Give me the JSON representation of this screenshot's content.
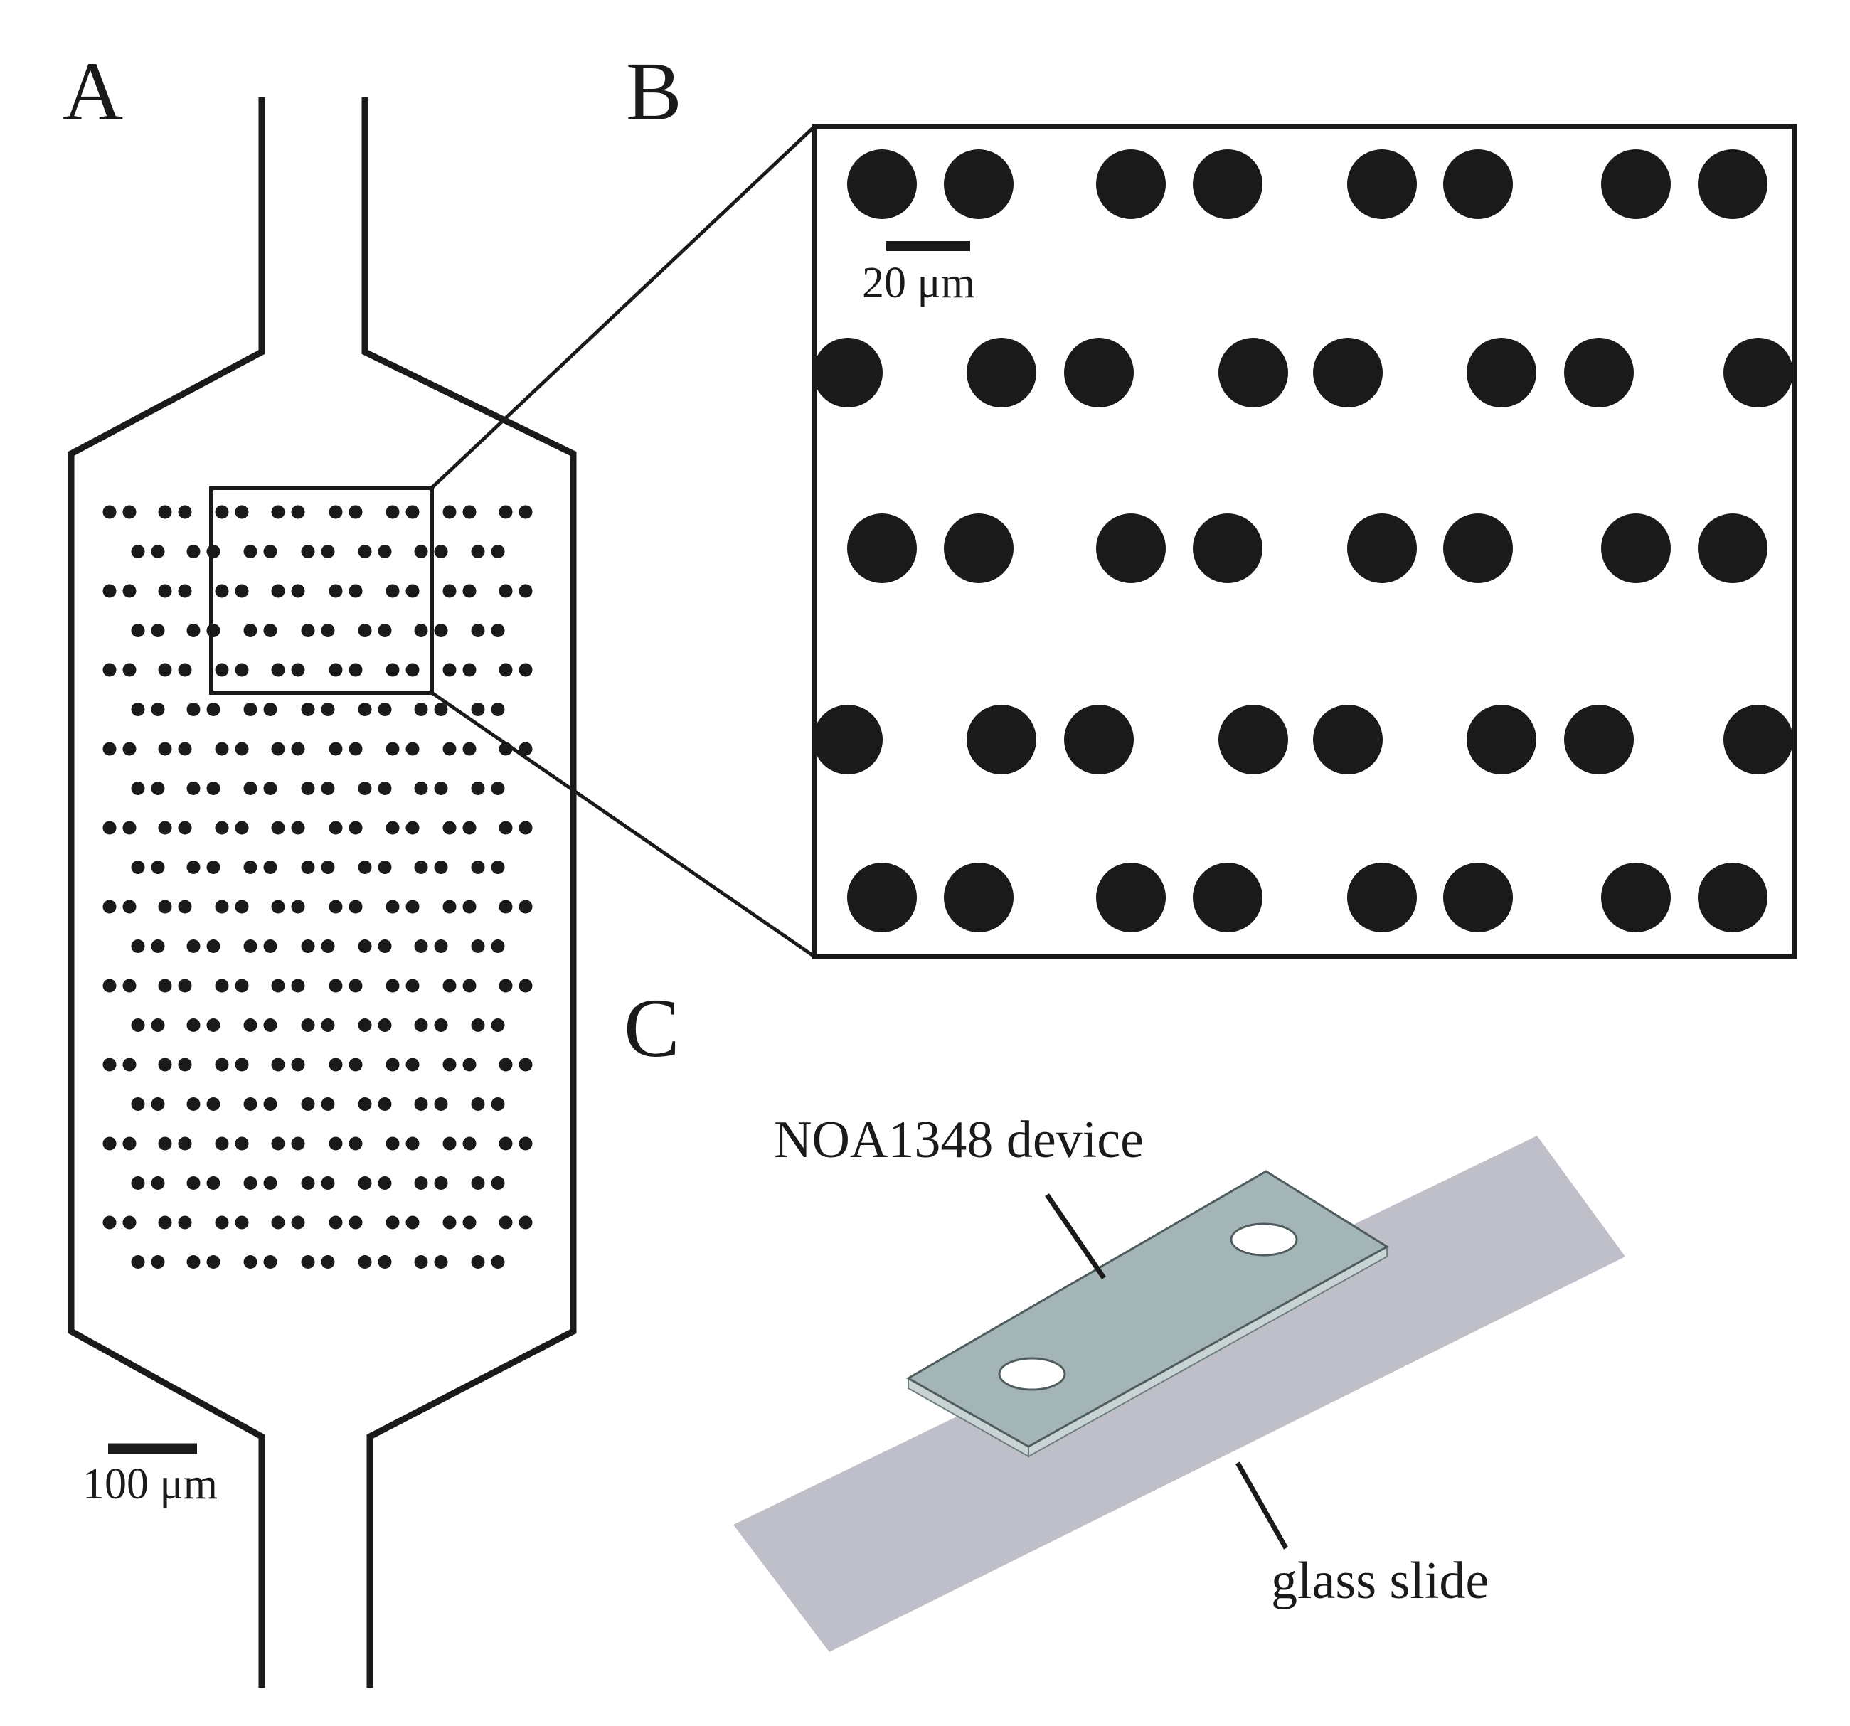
{
  "panels": {
    "a": {
      "label": "A",
      "scale_bar_label": "100 μm"
    },
    "b": {
      "label": "B",
      "scale_bar_label": "20 μm"
    },
    "c": {
      "label": "C",
      "device_label": "NOA1348 device",
      "glass_label": "glass slide",
      "colors": {
        "device_top": "#a3b5b7",
        "device_side": "#c9d3d4",
        "glass": "#bfbfca",
        "holes": "#ffffff"
      }
    }
  },
  "colors": {
    "stroke": "#1a1a1a",
    "pillar": "#1a1a1a"
  }
}
